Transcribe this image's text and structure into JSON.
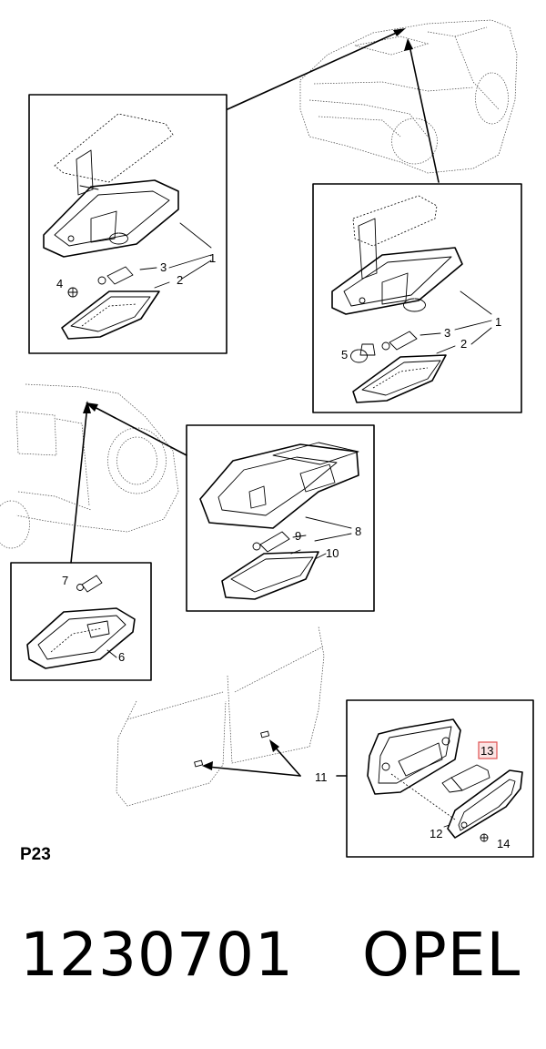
{
  "diagram": {
    "page_code": "P23",
    "callouts": [
      "1",
      "2",
      "3",
      "4",
      "5",
      "6",
      "7",
      "8",
      "9",
      "10",
      "11",
      "12",
      "13",
      "14"
    ],
    "highlighted_callout": "13",
    "highlight_color": "#e05050"
  },
  "footer": {
    "part_number": "1230701",
    "brand": "OPEL"
  }
}
